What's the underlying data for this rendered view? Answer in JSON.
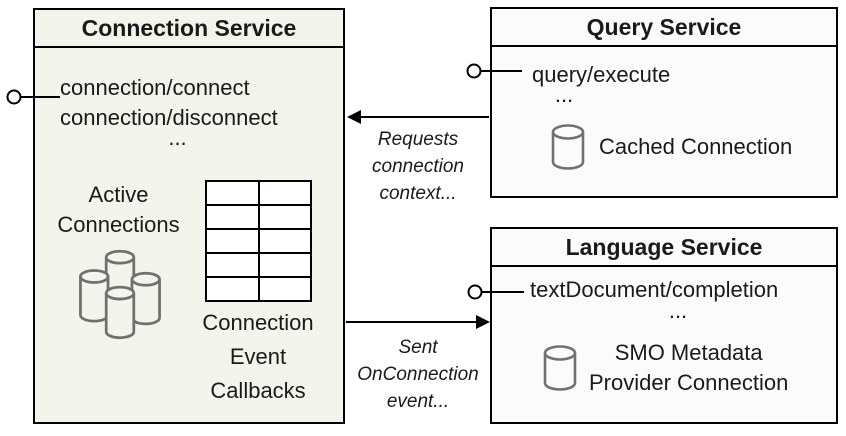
{
  "diagram": {
    "connection_service": {
      "title": "Connection Service",
      "methods": [
        "connection/connect",
        "connection/disconnect"
      ],
      "ellipsis": "...",
      "active_connections_lines": [
        "Active",
        "Connections"
      ],
      "callbacks_table": {
        "rows": 5,
        "columns": 2
      },
      "callbacks_lines": [
        "Connection",
        "Event",
        "Callbacks"
      ]
    },
    "query_service": {
      "title": "Query Service",
      "methods": [
        "query/execute"
      ],
      "ellipsis": "...",
      "cached_connection_label": "Cached Connection"
    },
    "language_service": {
      "title": "Language Service",
      "methods": [
        "textDocument/completion"
      ],
      "ellipsis": "...",
      "smo_lines": [
        "SMO Metadata",
        "Provider Connection"
      ]
    },
    "arrows": {
      "requests": {
        "direction": "left",
        "label_lines": [
          "Requests",
          "connection",
          "context..."
        ]
      },
      "sent": {
        "direction": "right",
        "label_lines": [
          "Sent",
          "OnConnection",
          "event..."
        ]
      }
    },
    "icons": {
      "cluster": "database-cluster-icon",
      "database": "database-icon",
      "interface": "lollipop-interface-icon"
    },
    "colors": {
      "connection_fill": "#f3f5ec",
      "service_fill": "#fbfbfb",
      "line": "#000000",
      "cylinder_stroke": "#707070"
    }
  }
}
